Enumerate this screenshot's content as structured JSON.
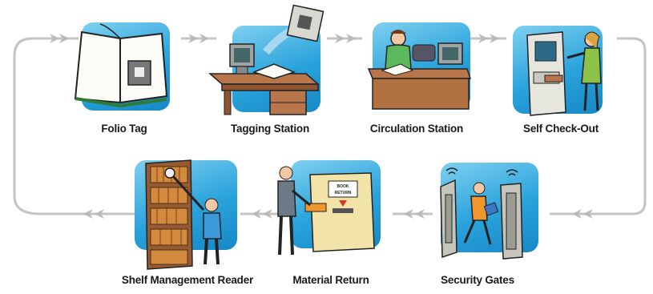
{
  "steps": [
    {
      "label": "Folio Tag",
      "icon": "open-book-with-tag-icon"
    },
    {
      "label": "Tagging Station",
      "icon": "tagging-desk-icon"
    },
    {
      "label": "Circulation Station",
      "icon": "circulation-desk-icon"
    },
    {
      "label": "Self Check-Out",
      "icon": "self-checkout-kiosk-icon"
    },
    {
      "label": "Security Gates",
      "icon": "security-gates-icon"
    },
    {
      "label": "Material Return",
      "icon": "book-return-icon"
    },
    {
      "label": "Shelf Management Reader",
      "icon": "bookshelf-reader-icon"
    }
  ],
  "colors": {
    "tile": "#2aa3dc",
    "flow_line": "#b5b5b5"
  }
}
